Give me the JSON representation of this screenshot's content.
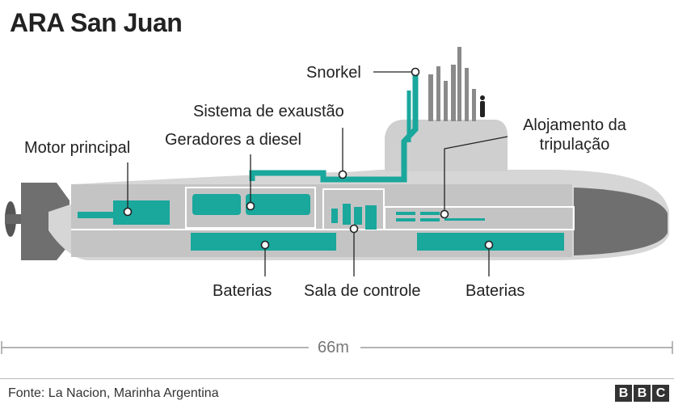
{
  "title": "ARA San Juan",
  "labels": {
    "snorkel": "Snorkel",
    "exhaust": "Sistema de exaustão",
    "generators": "Geradores a diesel",
    "motor": "Motor principal",
    "quarters": "Alojamento da tripulação",
    "batteries_left": "Baterias",
    "control_room": "Sala de controle",
    "batteries_right": "Baterias"
  },
  "length_label": "66m",
  "source": "Fonte: La Nacion, Marinha Argentina",
  "logo": [
    "B",
    "B",
    "C"
  ],
  "colors": {
    "hull_dark": "#707070",
    "hull_light": "#d6d6d6",
    "interior": "#c7c7c7",
    "teal": "#1aa79c",
    "text": "#222222"
  }
}
